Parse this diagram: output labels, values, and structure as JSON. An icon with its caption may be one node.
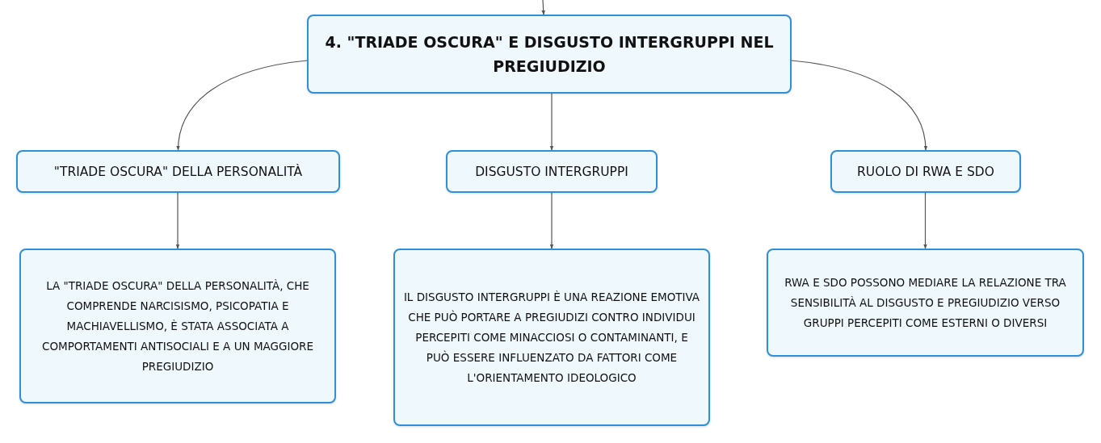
{
  "diagram": {
    "nodes": [
      {
        "text": [
          "4. \"TRIADE OSCURA\" E DISGUSTO INTERGRUPPI NEL PREGIUDIZIO"
        ]
      },
      {
        "text": [
          "\"TRIADE OSCURA\" DELLA PERSONALITÀ"
        ]
      },
      {
        "text": [
          "DISGUSTO INTERGRUPPI"
        ]
      },
      {
        "text": [
          "RUOLO DI RWA E SDO"
        ]
      },
      {
        "text": [
          "LA \"TRIADE OSCURA\" DELLA PERSONALITÀ, CHE COMPRENDE NARCISISMO, PSICOPATIA E MACHIAVELLISMO, È STATA ASSOCIATA A COMPORTAMENTI ANTISOCIALI E A UN MAGGIORE PREGIUDIZIO"
        ]
      },
      {
        "text": [
          "IL DISGUSTO INTERGRUPPI È UNA REAZIONE EMOTIVA CHE PUÒ PORTARE A PREGIUDIZI CONTRO INDIVIDUI PERCEPITI COME MINACCIOSI O CONTAMINANTI, E PUÒ ESSERE INFLUENZATO DA FATTORI COME L'ORIENTAMENTO IDEOLOGICO"
        ]
      },
      {
        "text": [
          "RWA E SDO POSSONO MEDIARE LA RELAZIONE TRA SENSIBILITÀ AL DISGUSTO E PREGIUDIZIO VERSO GRUPPI PERCEPITI COME ESTERNI O DIVERSI"
        ]
      }
    ],
    "edges": [
      {
        "from": null,
        "to": 0,
        "arrow": "to"
      },
      {
        "from": 0,
        "to": 1,
        "arrow": "to"
      },
      {
        "from": 0,
        "to": 2,
        "arrow": "to"
      },
      {
        "from": 0,
        "to": 3,
        "arrow": "to"
      },
      {
        "from": 1,
        "to": 4,
        "arrow": "to"
      },
      {
        "from": 2,
        "to": 5,
        "arrow": "to"
      },
      {
        "from": 3,
        "to": 6,
        "arrow": "to"
      }
    ]
  }
}
